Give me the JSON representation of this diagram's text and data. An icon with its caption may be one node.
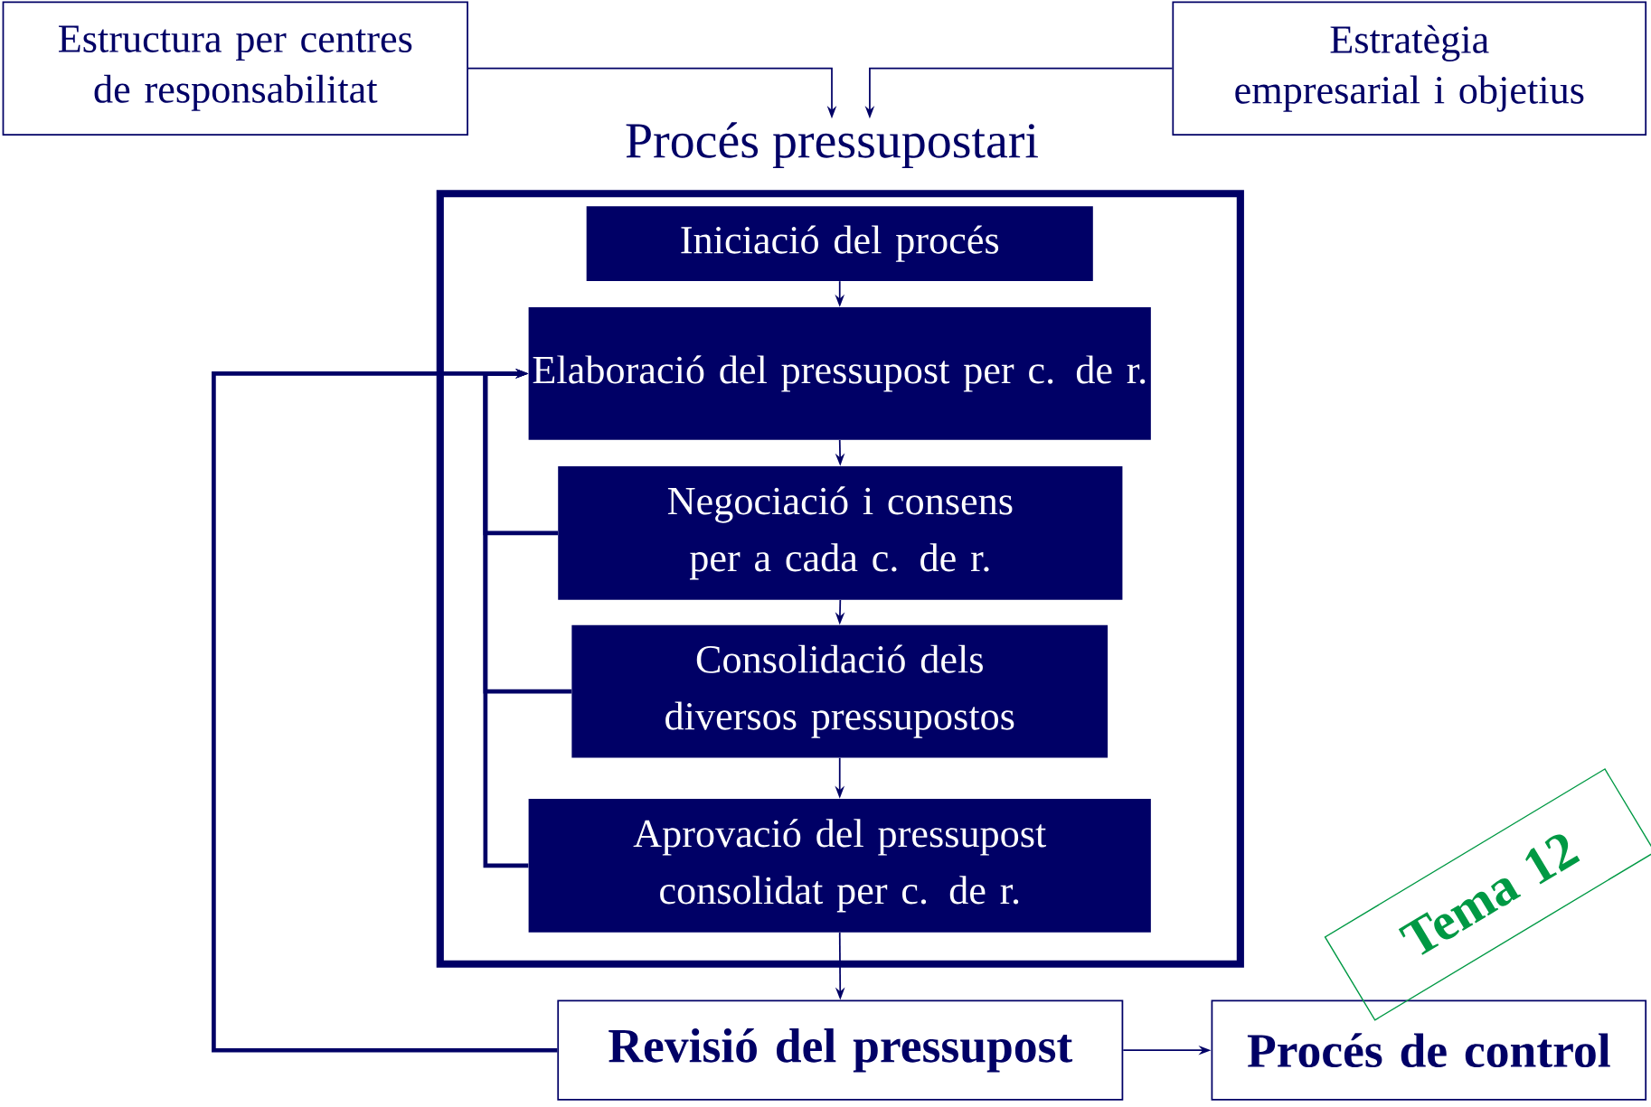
{
  "diagram": {
    "nodes": [
      {
        "text": [
          "Estructura per centres de responsabilitat"
        ]
      },
      {
        "text": [
          "Estratègia empresarial i objetius"
        ]
      },
      {
        "text": [
          "Procés pressupostari"
        ]
      },
      {
        "text": [
          "Iniciació del procés"
        ],
        "in": 2
      },
      {
        "text": [
          "Elaboració del pressupost per c. de r."
        ],
        "in": 2
      },
      {
        "text": [
          "Negociació i consens per a cada c. de r."
        ],
        "in": 2
      },
      {
        "text": [
          "Consolidació dels diversos pressupostos"
        ],
        "in": 2
      },
      {
        "text": [
          "Aprovació del pressupost consolidat per c. de r."
        ],
        "in": 2
      },
      {
        "text": [
          "Revisió del pressupost"
        ]
      },
      {
        "text": [
          "Procés de control"
        ]
      },
      {
        "text": [
          "Tema 12"
        ]
      }
    ],
    "edges": [
      {
        "from": 0,
        "to": 2,
        "arrow": "to"
      },
      {
        "from": 1,
        "to": 2,
        "arrow": "to"
      },
      {
        "from": 3,
        "to": 4,
        "arrow": "to"
      },
      {
        "from": 4,
        "to": 5,
        "arrow": "to"
      },
      {
        "from": 5,
        "to": 6,
        "arrow": "to"
      },
      {
        "from": 6,
        "to": 7,
        "arrow": "to"
      },
      {
        "from": 7,
        "to": 8,
        "arrow": "to"
      },
      {
        "from": 8,
        "to": 4,
        "arrow": "to",
        "style": "thick"
      },
      {
        "from": 5,
        "to": 4,
        "arrow": "to",
        "style": "thick"
      },
      {
        "from": 6,
        "to": 4,
        "arrow": "to",
        "style": "thick"
      },
      {
        "from": 7,
        "to": 4,
        "arrow": "to",
        "style": "thick"
      },
      {
        "from": 8,
        "to": 9,
        "arrow": "to"
      }
    ]
  }
}
